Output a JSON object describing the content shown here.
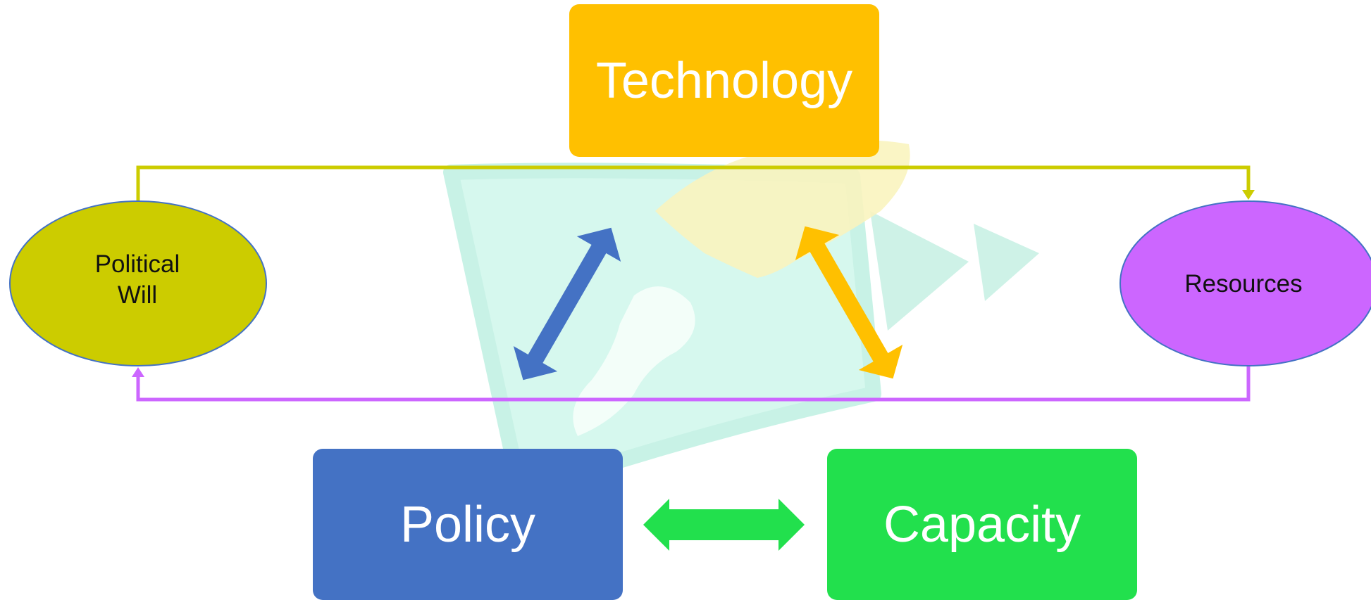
{
  "nodes": {
    "technology": {
      "label": "Technology",
      "color": "#FFC000"
    },
    "policy": {
      "label": "Policy",
      "color": "#4472C4"
    },
    "capacity": {
      "label": "Capacity",
      "color": "#22E04D"
    },
    "political_will": {
      "label": "Political\nWill",
      "color": "#CCCC00"
    },
    "resources": {
      "label": "Resources",
      "color": "#CC66FF"
    }
  },
  "connectors": {
    "political_to_resources": {
      "color": "#CCCC00"
    },
    "resources_to_political": {
      "color": "#CC66FF"
    },
    "policy_technology": {
      "color": "#4472C4"
    },
    "technology_capacity": {
      "color": "#FFC000"
    },
    "policy_capacity": {
      "color": "#22E04D"
    }
  },
  "background_art": {
    "color": "#C6F5EA"
  }
}
